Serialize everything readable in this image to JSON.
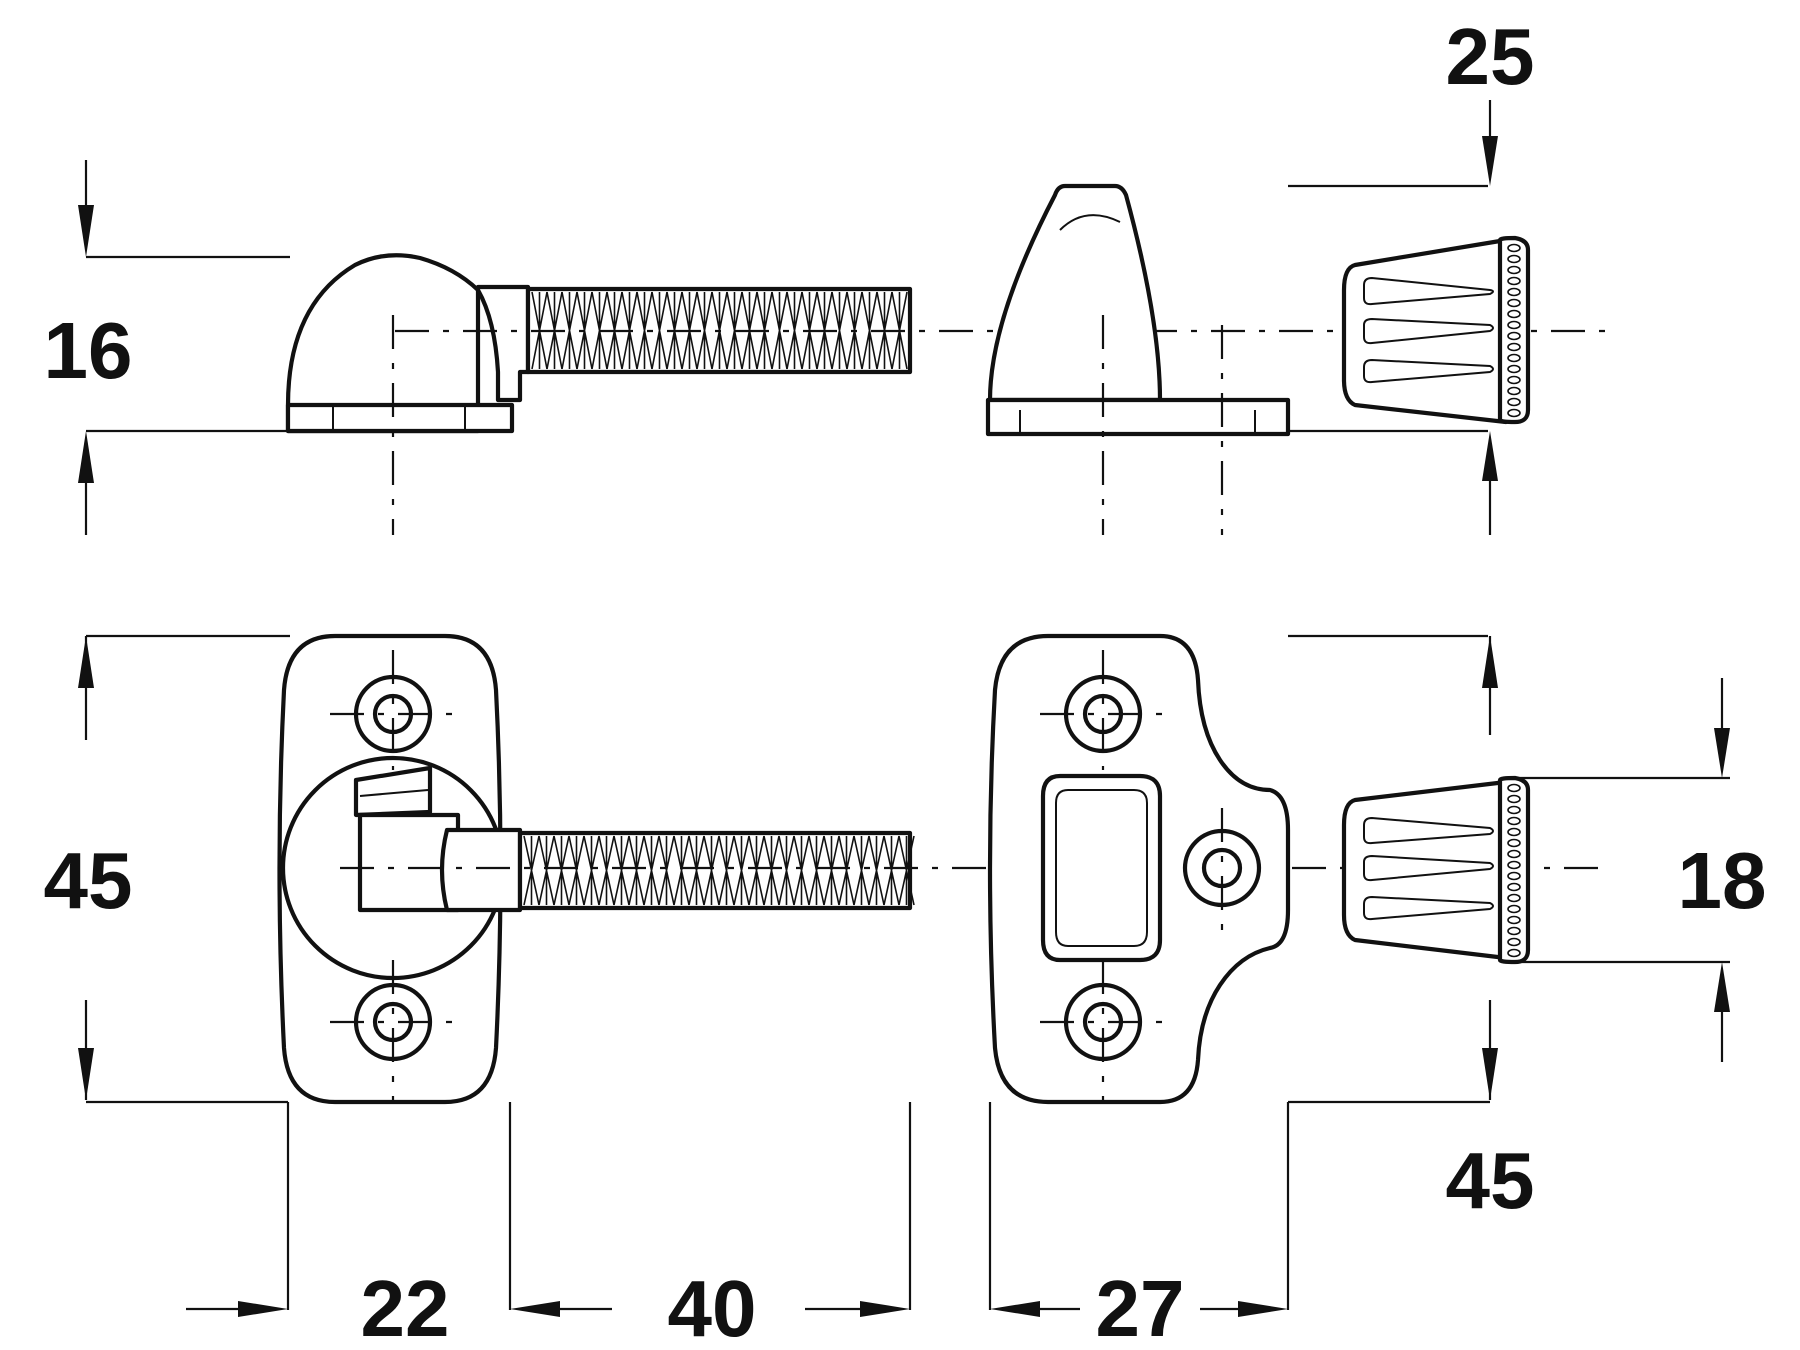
{
  "dimensions": {
    "top_height": "16",
    "knob_length": "25",
    "plate_height": "45",
    "knob_diameter": "18",
    "knob_plate_height": "45",
    "bolt_plate_width": "22",
    "bolt_projection": "40",
    "keeper_width": "27"
  },
  "colors": {
    "line": "#111111",
    "background": "#ffffff"
  }
}
